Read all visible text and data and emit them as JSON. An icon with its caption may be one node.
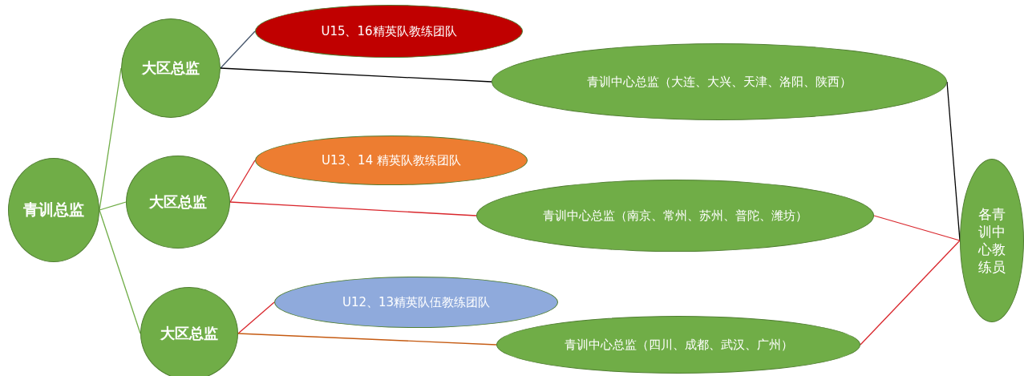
{
  "diagram": {
    "nodes": [
      {
        "text": [
          "青训总监"
        ]
      },
      {
        "text": [
          "大区总监"
        ]
      },
      {
        "text": [
          "U15、16精英队教练团队"
        ]
      },
      {
        "text": [
          "青训中心总监（大连、大兴、天津、洛阳、陕西）"
        ]
      },
      {
        "text": [
          "大区总监"
        ]
      },
      {
        "text": [
          "U13、14 精英队教练团队"
        ]
      },
      {
        "text": [
          "青训中心总监（南京、常州、苏州、普陀、潍坊）"
        ]
      },
      {
        "text": [
          "大区总监"
        ]
      },
      {
        "text": [
          "U12、13精英队伍教练团队"
        ]
      },
      {
        "text": [
          "青训中心总监（四川、成都、武汉、广州）"
        ]
      },
      {
        "text": [
          "各青训中心教练员"
        ]
      }
    ],
    "edges": [
      {
        "from": 0,
        "to": 1,
        "arrow": "none",
        "color": "#70ad47"
      },
      {
        "from": 0,
        "to": 4,
        "arrow": "none",
        "color": "#70ad47"
      },
      {
        "from": 0,
        "to": 7,
        "arrow": "none",
        "color": "#70ad47"
      },
      {
        "from": 1,
        "to": 2,
        "arrow": "none",
        "color": "#44546a"
      },
      {
        "from": 1,
        "to": 3,
        "arrow": "none",
        "color": "#000000"
      },
      {
        "from": 4,
        "to": 5,
        "arrow": "none"
      },
      {
        "from": 4,
        "to": 6,
        "arrow": "none"
      },
      {
        "from": 7,
        "to": 8,
        "arrow": "none"
      },
      {
        "from": 7,
        "to": 9,
        "arrow": "none",
        "color": "#c55a11"
      },
      {
        "from": 3,
        "to": 10,
        "arrow": "none",
        "color": "#000000"
      },
      {
        "from": 6,
        "to": 10,
        "arrow": "none"
      },
      {
        "from": 9,
        "to": 10,
        "arrow": "none"
      }
    ]
  }
}
